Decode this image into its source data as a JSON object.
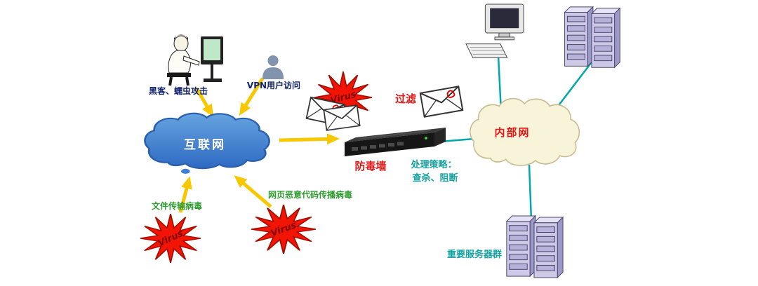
{
  "labels": {
    "hacker_attack": "黑客、蠕虫攻击",
    "vpn_access": "VPN用户访问",
    "internet": "互联网",
    "filter": "过滤",
    "firewall": "防毒墙",
    "policy_title": "处理策略：",
    "policy_action": "查杀、阻断",
    "intranet": "内部网",
    "file_virus": "文件传输病毒",
    "web_virus": "网页恶意代码传播病毒",
    "server_group": "重要服务器群",
    "virus_top": "Virus",
    "virus_bottom_left": "Virus",
    "virus_bottom_middle": "Virus"
  },
  "icons": {
    "hacker_workstation": "hacker-at-computer-icon",
    "vpn_user": "person-silhouette-icon",
    "infected_mail": "envelope-with-virus-icon",
    "internet_cloud": "cloud-icon",
    "intranet_cloud": "cloud-icon",
    "firewall_appliance": "rack-server-appliance-icon",
    "desktop_computer": "desktop-computer-icon",
    "server_towers": "server-towers-icon",
    "virus_burst": "starburst-icon",
    "attack_arrow": "yellow-arrow",
    "network_link": "teal-line"
  },
  "colors": {
    "internet_cloud_fill": "#3f7ed0",
    "internet_cloud_stroke": "#2a5fae",
    "intranet_cloud_fill": "#f8f4da",
    "intranet_cloud_stroke": "#c8bc92",
    "attack_arrow": "#f7c800",
    "network_link": "#00a7ad",
    "virus_burst_fill": "#f21505",
    "virus_burst_stroke": "#a50c00",
    "label_dark_blue": "#13246e",
    "label_green": "#2e9b2e",
    "label_red": "#e31616",
    "label_teal": "#14a2a2",
    "server_tower_fill": "#cdc9e6"
  }
}
